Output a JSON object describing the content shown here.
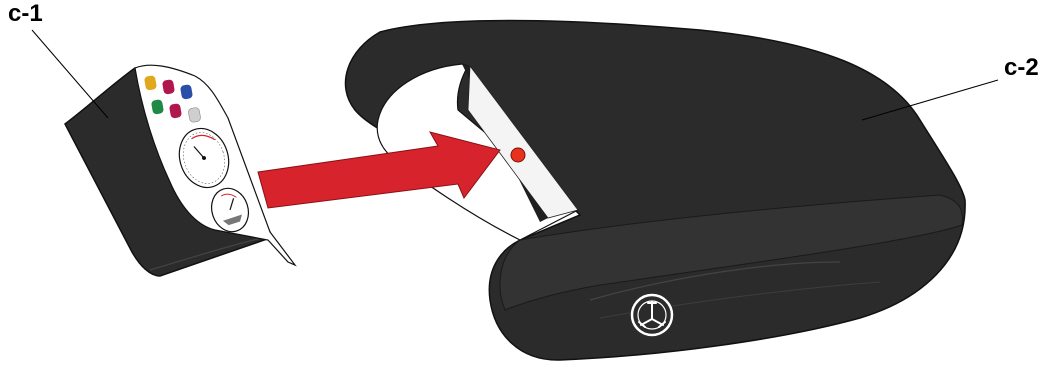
{
  "labels": {
    "c1": "c-1",
    "c2": "c-2"
  },
  "colors": {
    "housing": "#2b2b2b",
    "housing_edge": "#111111",
    "panel": "#ffffff",
    "arrow": "#d7232b",
    "indicator": "#e8321e",
    "button_colors": [
      "#e0a81c",
      "#b0174c",
      "#2b4fa8",
      "#1e8a46",
      "#b0174c",
      "#cfcfcf"
    ]
  },
  "icons": [
    "instrument-panel",
    "speedometer-gauge",
    "secondary-gauge",
    "red-indicator-light",
    "yamaha-tuning-fork-logo",
    "insertion-arrow"
  ]
}
